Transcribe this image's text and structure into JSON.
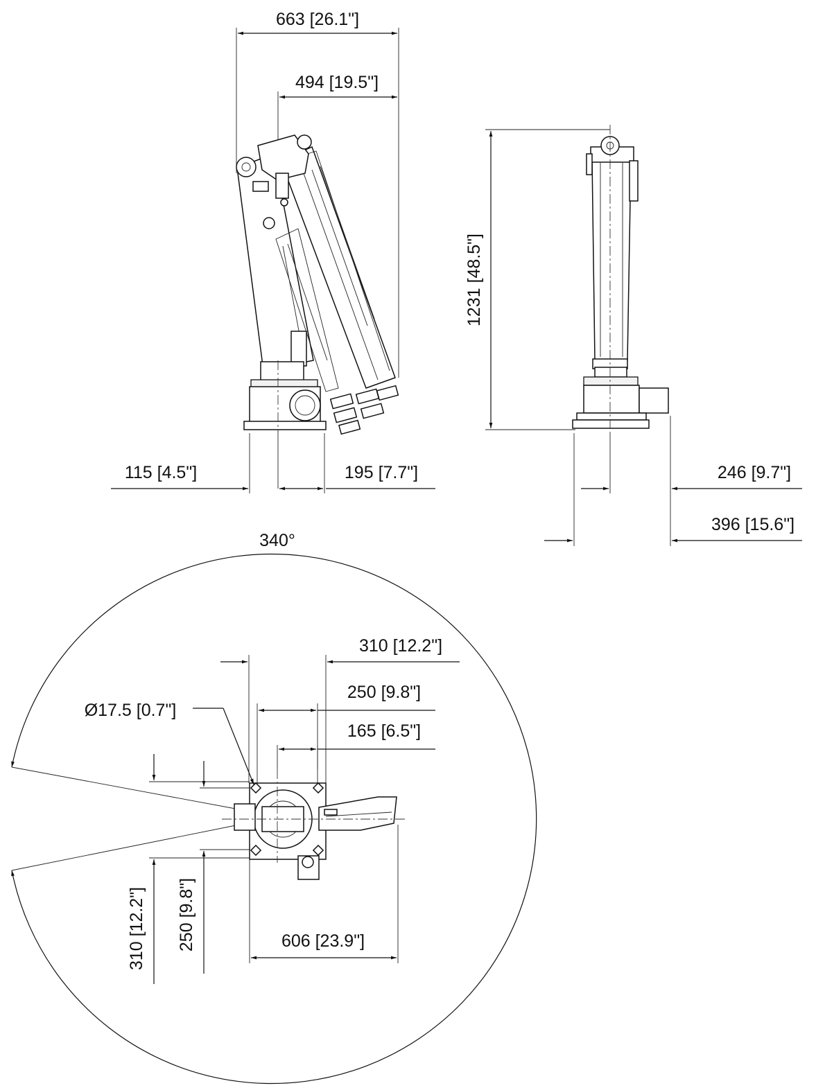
{
  "side_view": {
    "dim_total_width": "663 [26.1\"]",
    "dim_boom_width": "494 [19.5\"]",
    "dim_base_left": "115 [4.5\"]",
    "dim_base_right": "195 [7.7\"]"
  },
  "front_view": {
    "dim_height": "1231 [48.5\"]",
    "dim_offset": "246 [9.7\"]",
    "dim_width": "396 [15.6\"]"
  },
  "top_view": {
    "rotation_angle": "340°",
    "dim_plate_width": "310 [12.2\"]",
    "dim_bolt_spacing": "250 [9.8\"]",
    "dim_center_offset": "165 [6.5\"]",
    "dim_hole_diameter": "Ø17.5 [0.7\"]",
    "dim_plate_height": "310 [12.2\"]",
    "dim_bolt_spacing_vertical": "250 [9.8\"]",
    "dim_reach": "606 [23.9\"]"
  }
}
